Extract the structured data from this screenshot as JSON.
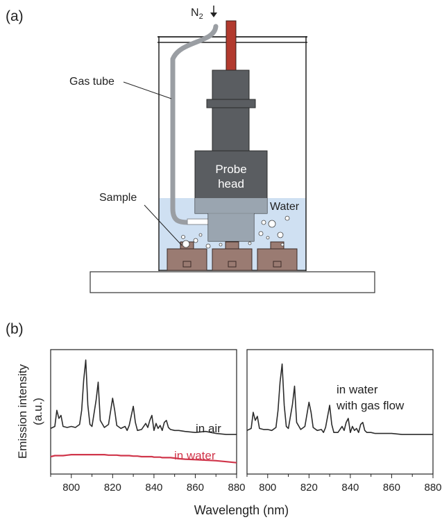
{
  "panel_a": {
    "label": "(a)",
    "gas_inlet": "N",
    "gas_inlet_sub": "2",
    "gas_tube": "Gas tube",
    "probe_head_line1": "Probe",
    "probe_head_line2": "head",
    "sample": "Sample",
    "water": "Water"
  },
  "panel_b": {
    "label": "(b)",
    "ylabel_line1": "Emission intensity",
    "ylabel_line2": "(a.u.)",
    "xlabel": "Wavelength (nm)",
    "left_annotations": {
      "in_air": "in air",
      "in_water": "in water"
    },
    "right_annotation_line1": "in water",
    "right_annotation_line2": "with gas flow",
    "colors": {
      "air": "#2b2b2b",
      "water": "#d0354a",
      "gasflow": "#2b2b2b"
    }
  },
  "chart_data": [
    {
      "type": "line",
      "xlim": [
        790,
        880
      ],
      "xticks": [
        800,
        820,
        840,
        860,
        880
      ],
      "x": [
        790,
        792,
        793,
        794,
        795,
        796,
        798,
        800,
        802,
        804,
        805,
        806,
        807,
        808,
        809,
        810,
        812,
        813,
        814,
        816,
        818,
        820,
        821,
        822,
        824,
        826,
        827,
        828,
        830,
        831,
        832,
        834,
        836,
        837,
        838,
        839,
        840,
        841,
        842,
        843,
        844,
        845,
        846,
        847,
        848,
        850,
        852,
        855,
        860,
        865,
        870,
        875,
        880
      ],
      "series": [
        {
          "name": "in air",
          "values": [
            0.32,
            0.34,
            0.5,
            0.42,
            0.45,
            0.34,
            0.33,
            0.34,
            0.33,
            0.36,
            0.5,
            0.8,
            1.0,
            0.55,
            0.36,
            0.34,
            0.6,
            0.78,
            0.4,
            0.33,
            0.36,
            0.62,
            0.5,
            0.35,
            0.32,
            0.34,
            0.3,
            0.35,
            0.54,
            0.38,
            0.3,
            0.31,
            0.37,
            0.33,
            0.4,
            0.45,
            0.3,
            0.37,
            0.32,
            0.35,
            0.3,
            0.38,
            0.4,
            0.33,
            0.31,
            0.3,
            0.3,
            0.29,
            0.28,
            0.29,
            0.27,
            0.26,
            0.26
          ]
        },
        {
          "name": "in water",
          "values": [
            0.04,
            0.05,
            0.05,
            0.05,
            0.05,
            0.05,
            0.055,
            0.06,
            0.06,
            0.06,
            0.06,
            0.06,
            0.06,
            0.06,
            0.06,
            0.06,
            0.06,
            0.06,
            0.06,
            0.06,
            0.055,
            0.055,
            0.055,
            0.055,
            0.05,
            0.05,
            0.05,
            0.05,
            0.045,
            0.045,
            0.045,
            0.04,
            0.04,
            0.04,
            0.04,
            0.04,
            0.035,
            0.035,
            0.035,
            0.035,
            0.03,
            0.03,
            0.03,
            0.03,
            0.03,
            0.025,
            0.02,
            0.015,
            0.01,
            0.005,
            0.0,
            -0.01,
            -0.02
          ]
        }
      ]
    },
    {
      "type": "line",
      "xlim": [
        790,
        880
      ],
      "xticks": [
        800,
        820,
        840,
        860,
        880
      ],
      "x": [
        790,
        792,
        793,
        794,
        795,
        796,
        798,
        800,
        802,
        804,
        805,
        806,
        807,
        808,
        809,
        810,
        812,
        813,
        814,
        816,
        818,
        820,
        821,
        822,
        824,
        826,
        827,
        828,
        830,
        831,
        832,
        834,
        836,
        837,
        838,
        839,
        840,
        841,
        842,
        843,
        844,
        845,
        846,
        847,
        848,
        850,
        852,
        855,
        860,
        865,
        870,
        875,
        880
      ],
      "series": [
        {
          "name": "in water with gas flow",
          "values": [
            0.3,
            0.32,
            0.48,
            0.4,
            0.44,
            0.32,
            0.31,
            0.31,
            0.3,
            0.33,
            0.5,
            0.78,
            0.96,
            0.55,
            0.34,
            0.32,
            0.56,
            0.74,
            0.38,
            0.31,
            0.34,
            0.58,
            0.48,
            0.33,
            0.3,
            0.31,
            0.28,
            0.33,
            0.55,
            0.36,
            0.28,
            0.28,
            0.34,
            0.3,
            0.38,
            0.42,
            0.28,
            0.34,
            0.3,
            0.32,
            0.28,
            0.36,
            0.38,
            0.3,
            0.28,
            0.28,
            0.27,
            0.27,
            0.27,
            0.26,
            0.26,
            0.26,
            0.26
          ]
        }
      ]
    }
  ]
}
